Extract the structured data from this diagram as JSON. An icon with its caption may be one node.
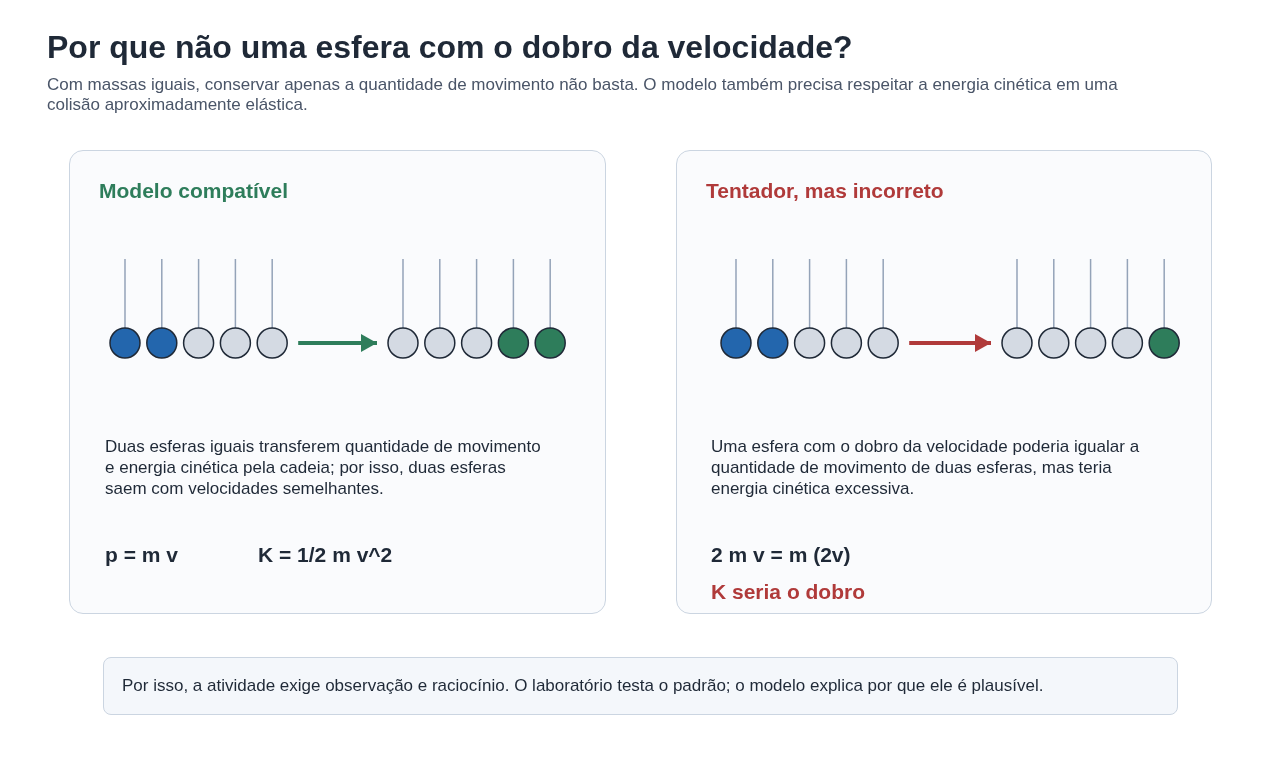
{
  "diagram": {
    "title": "Por que não uma esfera com o dobro da velocidade?",
    "caption": "Com massas iguais, conservar apenas a quantidade de movimento não basta. O modelo também precisa respeitar a energia cinética em uma colisão aproximadamente elástica.",
    "nodes": [
      {
        "text": [
          "Modelo compatível",
          "Duas esferas iguais transferem quantidade de movimento e energia cinética pela cadeia; por isso, duas esferas saem com velocidades semelhantes.",
          "p = m v",
          "K = 1/2 m v^2"
        ]
      },
      {
        "text": [],
        "shape": "picture",
        "in": 0
      },
      {
        "text": [],
        "shape": "picture",
        "in": 0
      },
      {
        "text": [
          "Tentador, mas incorreto",
          "Uma esfera com o dobro da velocidade poderia igualar a quantidade de movimento de duas esferas, mas teria energia cinética excessiva.",
          "2 m v = m (2v)",
          "K seria o dobro"
        ]
      },
      {
        "text": [],
        "shape": "picture",
        "in": 3
      },
      {
        "text": [],
        "shape": "picture",
        "in": 3
      },
      {
        "text": [
          "Por isso, a atividade exige observação e raciocínio. O laboratório testa o padrão; o modelo explica por que ele é plausível."
        ]
      }
    ],
    "edges": [
      {
        "from": 1,
        "to": 2,
        "arrow": "to",
        "color": "#2e7d5b"
      },
      {
        "from": 4,
        "to": 5,
        "arrow": "to",
        "color": "#b03a3a"
      }
    ]
  }
}
